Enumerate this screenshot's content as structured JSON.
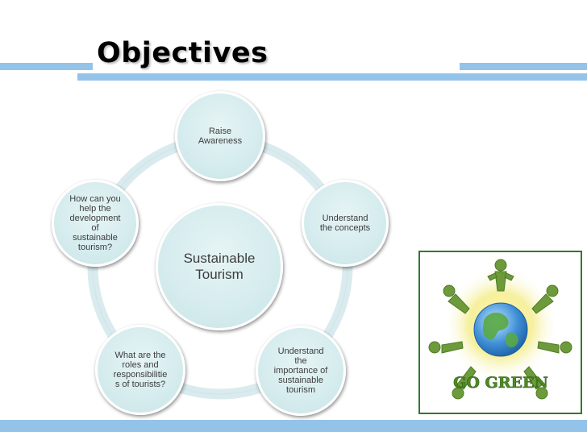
{
  "slide": {
    "title": "Objectives"
  },
  "diagram": {
    "center": "Sustainable\nTourism",
    "nodes": [
      "Raise\nAwareness",
      "Understand\nthe concepts",
      "Understand\nthe\nimportance of\nsustainable\ntourism",
      "What are the\nroles and\nresponsibilitie\ns of tourists?",
      "How can you\nhelp the\ndevelopment\nof\nsustainable\ntourism?"
    ]
  },
  "logo": {
    "icon": "go-green-globe-people-icon",
    "text": "GO GREEN"
  },
  "colors": {
    "bar": "#94c3ea",
    "node_fill": "#d2eaec",
    "ring": "#d9ebee",
    "logo_green": "#2f7a2a"
  }
}
